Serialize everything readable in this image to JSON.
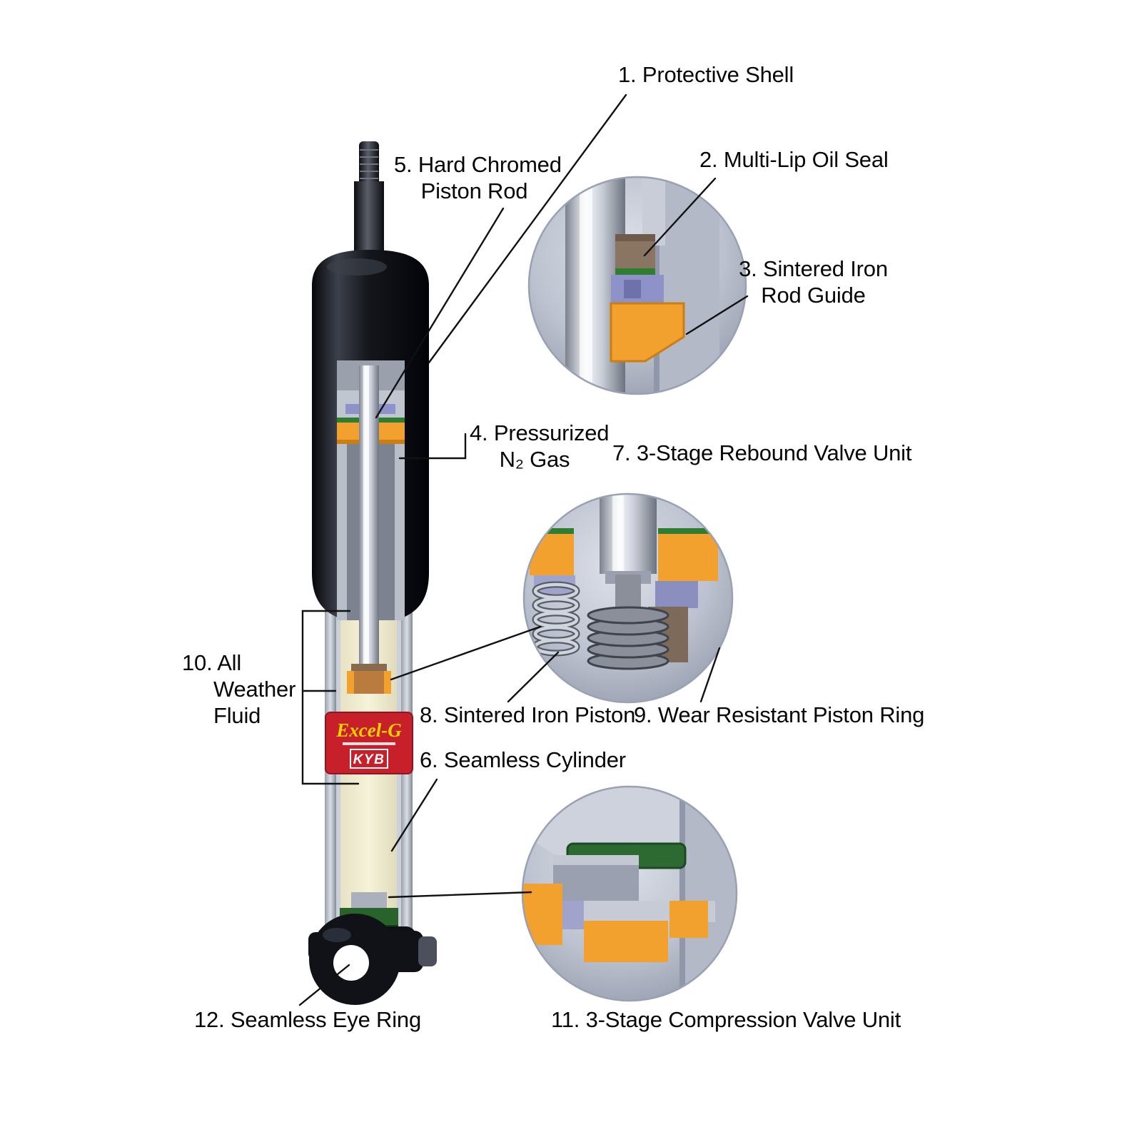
{
  "diagram": {
    "title": "Shock absorber cutaway diagram",
    "badge": {
      "brand": "Excel-G",
      "logo": "KYB"
    },
    "labels": {
      "protective_shell": {
        "l1": "1. Protective Shell"
      },
      "oil_seal": {
        "l1": "2. Multi-Lip Oil Seal"
      },
      "rod_guide": {
        "l1": "3. Sintered Iron",
        "l2": "Rod Guide"
      },
      "n2_gas": {
        "l1": "4. Pressurized",
        "l2": "N₂ Gas"
      },
      "piston_rod": {
        "l1": "5. Hard Chromed",
        "l2": "Piston Rod"
      },
      "seamless_cylinder": {
        "l1": "6. Seamless Cylinder"
      },
      "rebound_valve": {
        "l1": "7. 3-Stage Rebound Valve Unit"
      },
      "sintered_piston": {
        "l1": "8. Sintered Iron Piston"
      },
      "piston_ring": {
        "l1": "9. Wear Resistant Piston Ring"
      },
      "all_weather_fluid": {
        "l1": "10. All",
        "l2": "Weather",
        "l3": "Fluid"
      },
      "compression_valve": {
        "l1": "11. 3-Stage Compression Valve Unit"
      },
      "eye_ring": {
        "l1": "12. Seamless Eye Ring"
      }
    },
    "colors": {
      "accent_orange": "#f2a12f",
      "badge_red": "#c8202a",
      "badge_yellow": "#ffd200",
      "seal_green": "#2e7d32",
      "fluid_cream": "#f3efd4",
      "shell_black": "#14161c",
      "inset_gray": "#b9bfcc"
    }
  }
}
